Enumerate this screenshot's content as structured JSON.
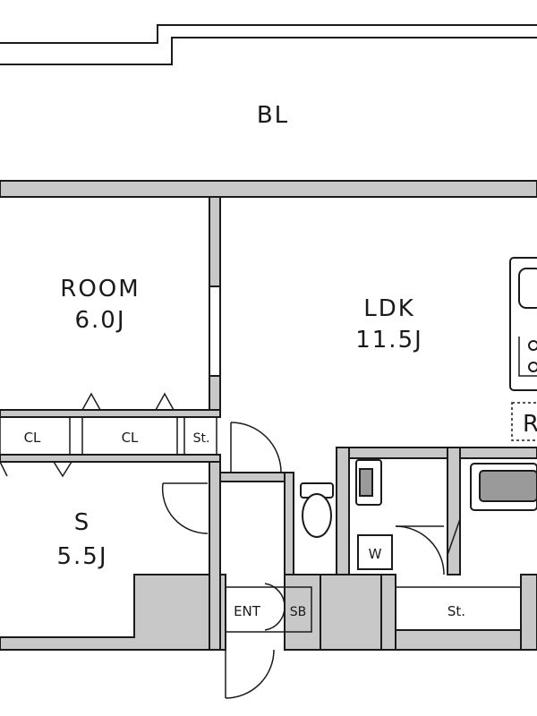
{
  "rooms": {
    "balcony": "BL",
    "room": {
      "name": "ROOM",
      "size": "6.0J"
    },
    "ldk": {
      "name": "LDK",
      "size": "11.5J"
    },
    "service": {
      "name": "S",
      "size": "5.5J"
    }
  },
  "labels": {
    "closet_left": "CL",
    "closet_mid": "CL",
    "storage_top": "St.",
    "storage_bottom": "St.",
    "entrance": "ENT",
    "shoe_box": "SB",
    "washer": "W",
    "fridge": "R"
  }
}
